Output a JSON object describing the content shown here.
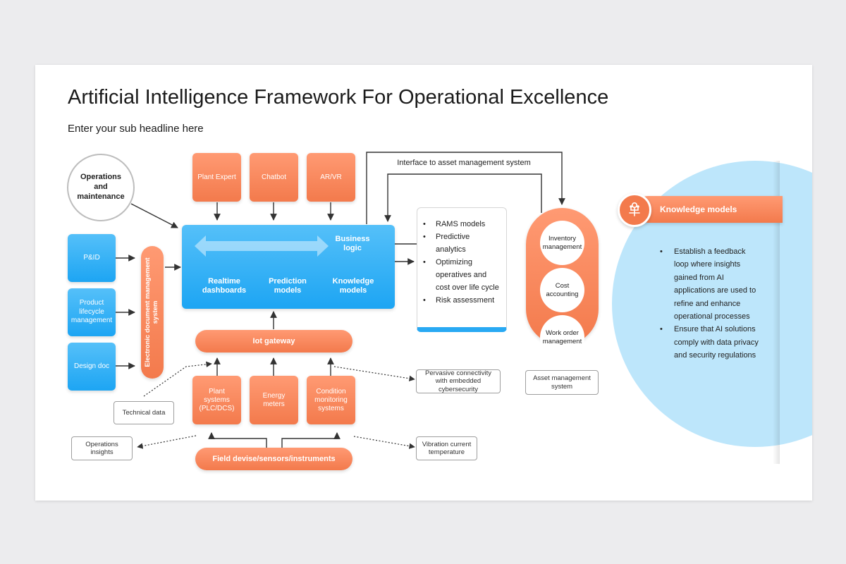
{
  "slide": {
    "title": "Artificial Intelligence Framework For Operational Excellence",
    "subtitle": "Enter your sub headline here"
  },
  "left": {
    "operations_circle": "Operations and maintenance",
    "documents": [
      "P&ID",
      "Product lifecycle management",
      "Design doc"
    ],
    "edms": "Electronic document management system"
  },
  "apps": [
    "Plant Expert",
    "Chatbot",
    "AR/VR"
  ],
  "core": {
    "business_logic": "Business logic",
    "modules": [
      "Realtime dashboards",
      "Prediction models",
      "Knowledge models"
    ]
  },
  "interface_label": "Interface to asset management system",
  "rams_list": [
    "RAMS models",
    "Predictive analytics",
    "Optimizing operatives and cost over life cycle",
    "Risk assessment"
  ],
  "asset": {
    "circles": [
      "Inventory management",
      "Cost accounting",
      "Work order management"
    ],
    "label": "Asset management system"
  },
  "iot_gateway": "Iot gateway",
  "devices": [
    "Plant systems (PLC/DCS)",
    "Energy meters",
    "Condition monitoring systems"
  ],
  "field": "Field devise/sensors/instruments",
  "notes": {
    "technical_data": "Technical data",
    "operations_insights": "Operations insights",
    "pervasive": "Pervasive connectivity with embedded cybersecurity",
    "vibration": "Vibration current temperature"
  },
  "knowledge_panel": {
    "heading": "Knowledge models",
    "icon": "circuit-head-icon",
    "bullets": [
      "Establish a feedback loop where insights gained from AI applications are used to refine and enhance operational processes",
      "Ensure that AI solutions comply with data privacy and security regulations"
    ]
  },
  "colors": {
    "orange": "#f37a4c",
    "blue": "#1da5f3",
    "light_blue": "#bde6fb"
  }
}
